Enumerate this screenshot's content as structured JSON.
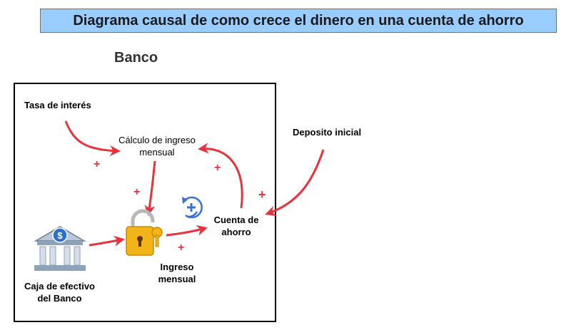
{
  "title": "Diagrama causal de como crece el dinero en una cuenta de ahorro",
  "region_label": "Banco",
  "nodes": {
    "tasa": "Tasa de interés",
    "calculo": "Cálculo de ingreso mensual",
    "deposito": "Deposito inicial",
    "cuenta": "Cuenta de ahorro",
    "ingreso": "Ingreso mensual",
    "caja": "Caja de efectivo del Banco"
  },
  "polarity": "+",
  "loop_symbol": "+",
  "colors": {
    "arrow": "#e8323c",
    "title_bg": "#99ccff",
    "loop": "#3b6fd8"
  }
}
